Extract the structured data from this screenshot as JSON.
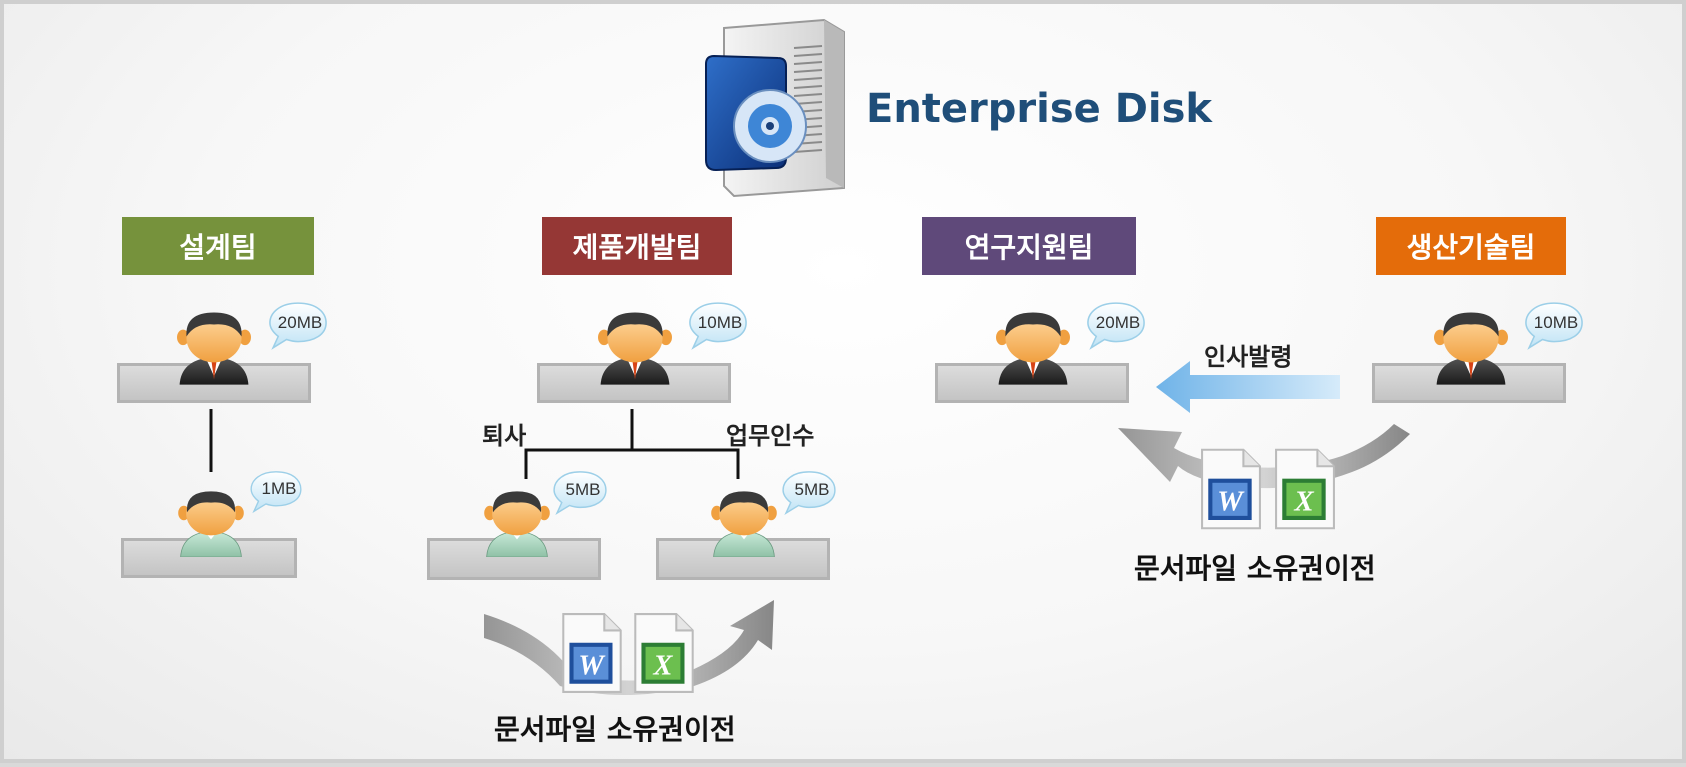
{
  "title": "Enterprise Disk",
  "teams": {
    "design": {
      "label": "설계팀",
      "color": "#76923c"
    },
    "product_dev": {
      "label": "제품개발팀",
      "color": "#953735"
    },
    "research_support": {
      "label": "연구지원팀",
      "color": "#5f497a"
    },
    "production_tech": {
      "label": "생산기술팀",
      "color": "#e46c0a"
    }
  },
  "quotas": {
    "design_manager": "20MB",
    "design_staff": "1MB",
    "product_manager": "10MB",
    "product_staff_left": "5MB",
    "product_staff_right": "5MB",
    "research_manager": "20MB",
    "production_manager": "10MB"
  },
  "labels": {
    "resign": "퇴사",
    "handover": "업무인수",
    "transfer": "인사발령",
    "ownership_transfer_1": "문서파일 소유권이전",
    "ownership_transfer_2": "문서파일 소유권이전"
  },
  "icons": [
    "server-icon",
    "manager-person-icon",
    "staff-person-icon",
    "word-document-icon",
    "excel-document-icon",
    "speech-bubble-icon"
  ]
}
